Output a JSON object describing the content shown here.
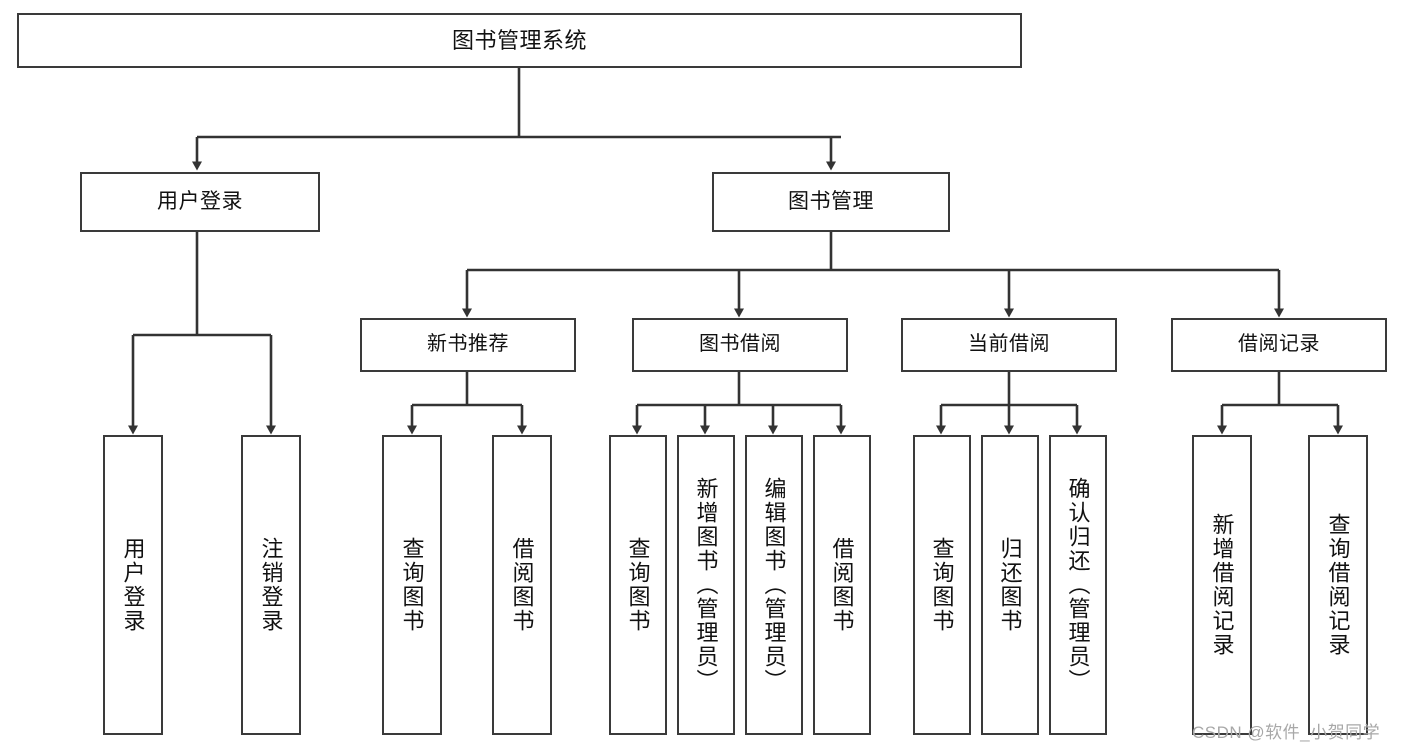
{
  "diagram": {
    "title": "图书管理系统",
    "type": "function-structure-tree",
    "orientation": "top-down",
    "root": {
      "id": "root",
      "label": "图书管理系统"
    },
    "level2": [
      {
        "id": "user-login",
        "label": "用户登录"
      },
      {
        "id": "book-management",
        "label": "图书管理"
      }
    ],
    "level3": [
      {
        "id": "new-book-recommend",
        "label": "新书推荐",
        "parent": "book-management"
      },
      {
        "id": "book-borrow",
        "label": "图书借阅",
        "parent": "book-management"
      },
      {
        "id": "current-borrow",
        "label": "当前借阅",
        "parent": "book-management"
      },
      {
        "id": "borrow-record",
        "label": "借阅记录",
        "parent": "book-management"
      }
    ],
    "leaves": {
      "user_login": [
        {
          "id": "leaf-user-login",
          "label": "用户登录"
        },
        {
          "id": "leaf-user-logout",
          "label": "注销登录"
        }
      ],
      "new_book_recommend": [
        {
          "id": "leaf-query-book-1",
          "label": "查询图书"
        },
        {
          "id": "leaf-borrow-book-1",
          "label": "借阅图书"
        }
      ],
      "book_borrow": [
        {
          "id": "leaf-query-book-2",
          "label": "查询图书"
        },
        {
          "id": "leaf-add-book",
          "label": "新增图书（管理员）"
        },
        {
          "id": "leaf-edit-book",
          "label": "编辑图书（管理员）"
        },
        {
          "id": "leaf-borrow-book-2",
          "label": "借阅图书"
        }
      ],
      "current_borrow": [
        {
          "id": "leaf-query-book-3",
          "label": "查询图书"
        },
        {
          "id": "leaf-return-book",
          "label": "归还图书"
        },
        {
          "id": "leaf-confirm-return",
          "label": "确认归还（管理员）"
        }
      ],
      "borrow_record": [
        {
          "id": "leaf-add-record",
          "label": "新增借阅记录"
        },
        {
          "id": "leaf-query-record",
          "label": "查询借阅记录"
        }
      ]
    }
  },
  "watermark": {
    "text": "CSDN @软件_小贺同学"
  },
  "colors": {
    "node_border": "#3a3a3a",
    "node_fill": "#ffffff",
    "edge": "#333333",
    "text": "#111111",
    "watermark": "#a8a8a8",
    "background": "#ffffff"
  }
}
